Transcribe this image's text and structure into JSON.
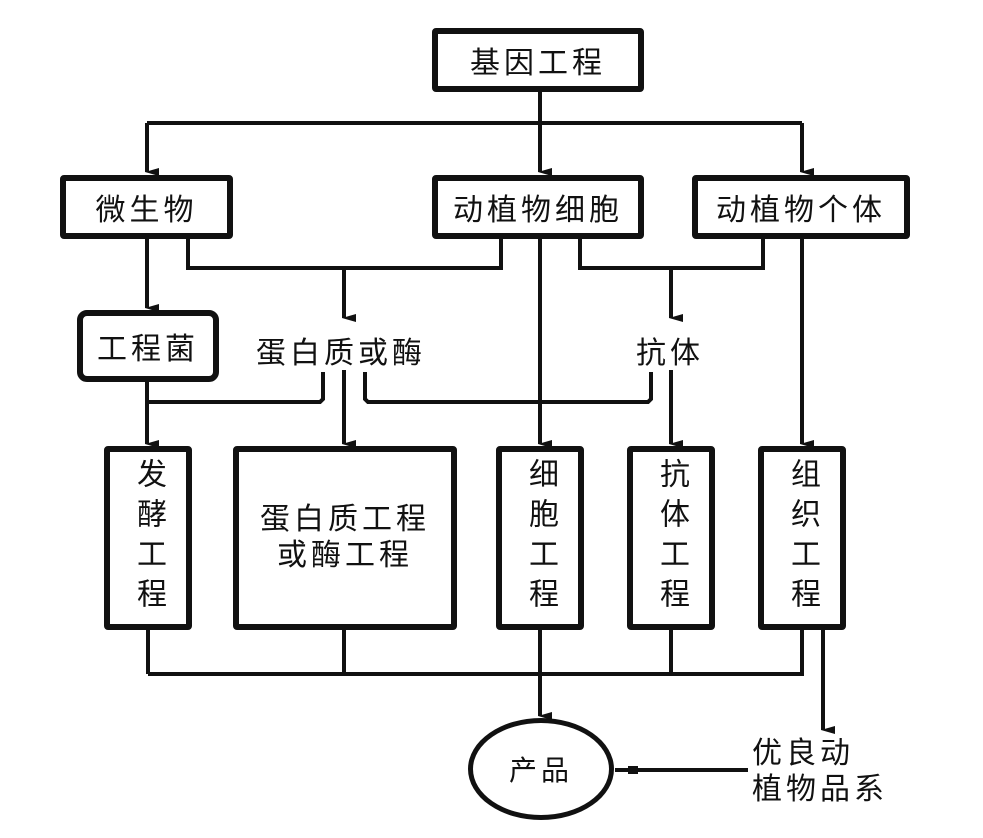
{
  "diagram": {
    "root": "基因工程",
    "level1": {
      "microbe": "微生物",
      "cells": "动植物细胞",
      "organisms": "动植物个体"
    },
    "level2": {
      "engineered_bacteria": "工程菌",
      "protein_or_enzyme": "蛋白质或酶",
      "antibody": "抗体"
    },
    "engineering": {
      "fermentation": "发酵工程",
      "protein_enzyme_line1": "蛋白质工程",
      "protein_enzyme_line2": "或酶工程",
      "cell": "细胞工程",
      "antibody": "抗体工程",
      "tissue": "组织工程"
    },
    "outputs": {
      "product": "产品",
      "breed_line1": "优良动",
      "breed_line2": "植物品系"
    }
  }
}
